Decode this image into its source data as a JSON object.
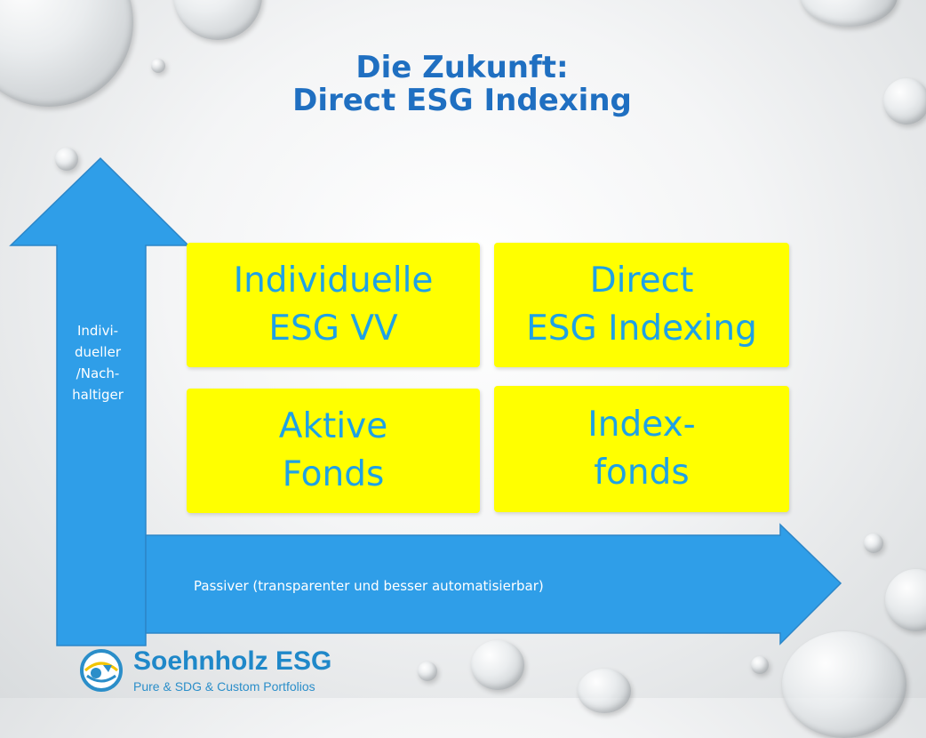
{
  "title": {
    "line1": "Die Zukunft:",
    "line2": "Direct ESG Indexing"
  },
  "quadrants": {
    "top_left": {
      "line1": "Individuelle",
      "line2": "ESG VV"
    },
    "top_right": {
      "line1": "Direct",
      "line2": "ESG Indexing"
    },
    "bottom_left": {
      "line1": "Aktive",
      "line2": "Fonds"
    },
    "bottom_right": {
      "line1": "Index-",
      "line2": "fonds"
    }
  },
  "y_axis": {
    "lines": [
      "Indivi-",
      "dueller",
      "/Nach-",
      "haltiger"
    ]
  },
  "x_axis": {
    "label": "Passiver (transparenter und besser automatisierbar)"
  },
  "logo": {
    "name": "Soehnholz ESG",
    "tagline": "Pure & SDG & Custom Portfolios"
  },
  "colors": {
    "title": "#1f6fc1",
    "arrow": "#2f9ee8",
    "box_fill": "#ffff00",
    "box_text": "#1ea1e6"
  }
}
